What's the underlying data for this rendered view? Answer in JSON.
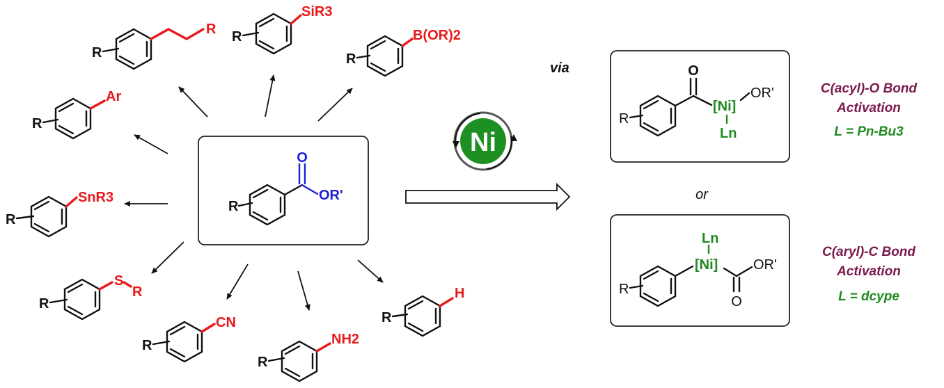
{
  "colors": {
    "product_accent": "#e8191b",
    "ester_accent": "#1f1fd6",
    "nickel_green": "#1f8a1f",
    "activation_title": "#7a1a4a"
  },
  "center_ester": {
    "substituent": "R",
    "carbonyl_O": "O",
    "ester_group": "OR'"
  },
  "products": {
    "alkyl": {
      "substituent": "R",
      "group": "R"
    },
    "silyl": {
      "substituent": "R",
      "group": "SiR3"
    },
    "boronate": {
      "substituent": "R",
      "group": "B(OR)2"
    },
    "biaryl": {
      "substituent": "R",
      "group": "Ar"
    },
    "stannane": {
      "substituent": "R",
      "group": "SnR3"
    },
    "thioether": {
      "substituent": "R",
      "atom": "S",
      "group": "R"
    },
    "nitrile": {
      "substituent": "R",
      "group": "CN"
    },
    "aniline": {
      "substituent": "R",
      "group": "NH2"
    },
    "arene": {
      "substituent": "R",
      "group": "H"
    }
  },
  "catalyst": {
    "label": "Ni"
  },
  "via_label": "via",
  "or_label": "or",
  "acyl_intermediate": {
    "substituent": "R",
    "carbonyl_O": "O",
    "metal": "[Ni]",
    "ester_group": "OR'",
    "ligand": "Ln"
  },
  "aryl_intermediate": {
    "substituent": "R",
    "metal": "[Ni]",
    "ester_group": "OR'",
    "carbonyl_O": "O",
    "ligand": "Ln"
  },
  "activations": [
    {
      "line1": "C(acyl)-O Bond",
      "line2": "Activation",
      "ligand": "L = Pn-Bu3"
    },
    {
      "line1": "C(aryl)-C Bond",
      "line2": "Activation",
      "ligand": "L = dcype"
    }
  ]
}
